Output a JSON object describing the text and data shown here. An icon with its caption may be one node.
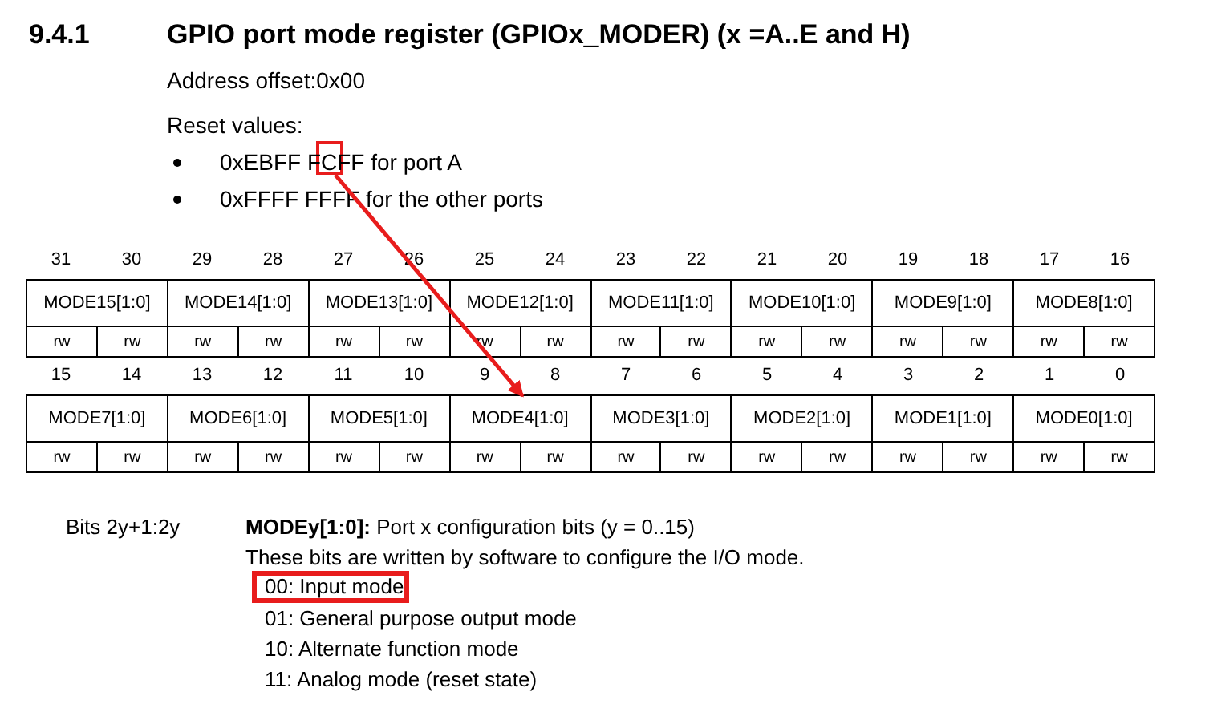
{
  "diagram": {
    "title": "GPIO port mode register (GPIOx_MODER) (x =A..E and H)",
    "nodes": [
      {
        "text": [],
        "shape": "box"
      },
      {
        "text": [],
        "shape": "box"
      },
      {
        "text": [
          "00: Input mode"
        ]
      }
    ],
    "edges": [
      {
        "from": 0,
        "to": 1,
        "arrow": "to",
        "color": "#e81c1c"
      }
    ],
    "labels": [
      "9.4.1",
      "Address offset:0x00",
      "Reset values:",
      "0xEBFF FCFF for port A",
      "0xFFFF FFFF for the other ports",
      "31",
      "30",
      "29",
      "28",
      "27",
      "26",
      "25",
      "24",
      "23",
      "22",
      "21",
      "20",
      "19",
      "18",
      "17",
      "16",
      "MODE15[1:0]",
      "MODE14[1:0]",
      "MODE13[1:0]",
      "MODE12[1:0]",
      "MODE11[1:0]",
      "MODE10[1:0]",
      "MODE9[1:0]",
      "MODE8[1:0]",
      "rw",
      "rw",
      "rw",
      "rw",
      "rw",
      "rw",
      "rw",
      "rw",
      "rw",
      "rw",
      "rw",
      "rw",
      "rw",
      "rw",
      "rw",
      "rw",
      "15",
      "14",
      "13",
      "12",
      "11",
      "10",
      "9",
      "8",
      "7",
      "6",
      "5",
      "4",
      "3",
      "2",
      "1",
      "0",
      "MODE7[1:0]",
      "MODE6[1:0]",
      "MODE5[1:0]",
      "MODE4[1:0]",
      "MODE3[1:0]",
      "MODE2[1:0]",
      "MODE1[1:0]",
      "MODE0[1:0]",
      "rw",
      "rw",
      "rw",
      "rw",
      "rw",
      "rw",
      "rw",
      "rw",
      "rw",
      "rw",
      "rw",
      "rw",
      "rw",
      "rw",
      "rw",
      "rw",
      "Bits 2y+1:2y",
      "**MODEy[1:0]:** Port x configuration bits (y = 0..15)",
      "These bits are written by software to configure the I/O mode.",
      "01: General purpose output mode",
      "10: Alternate function mode",
      "11: Analog mode (reset state)"
    ]
  }
}
